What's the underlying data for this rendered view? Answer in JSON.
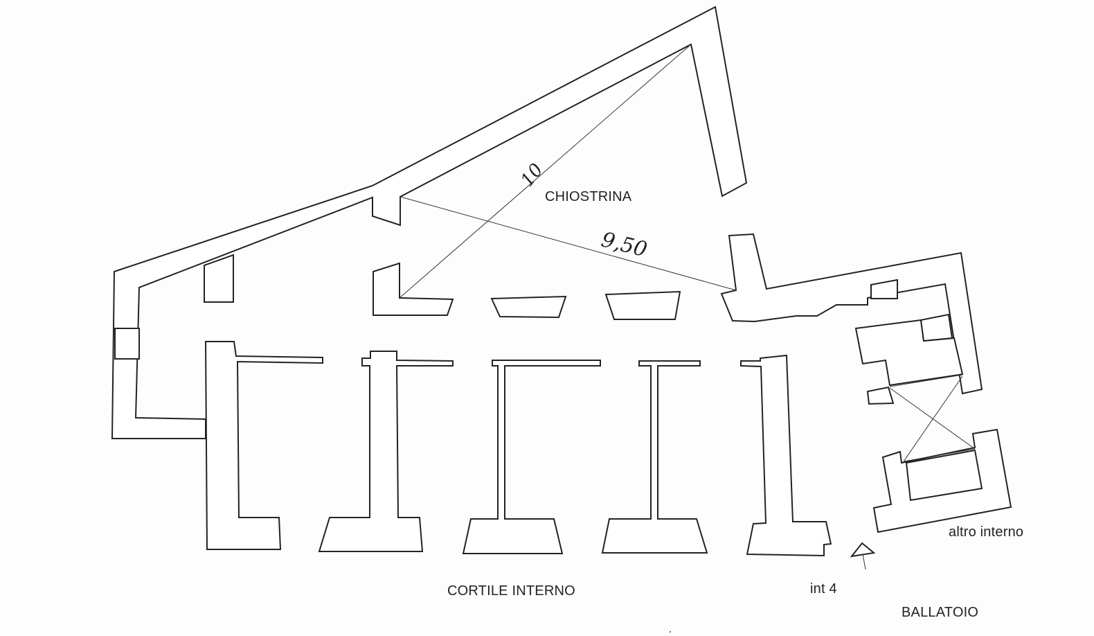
{
  "labels": {
    "chiostrina": "CHIOSTRINA",
    "cortile_interno": "CORTILE INTERNO",
    "int_4": "int 4",
    "ballatoio": "BALLATOIO",
    "altro_interno": "altro interno"
  },
  "dimensions": {
    "diagonal_1": "10",
    "diagonal_2": "9,50"
  },
  "colors": {
    "line": "#222222",
    "background": "#ffffff"
  }
}
